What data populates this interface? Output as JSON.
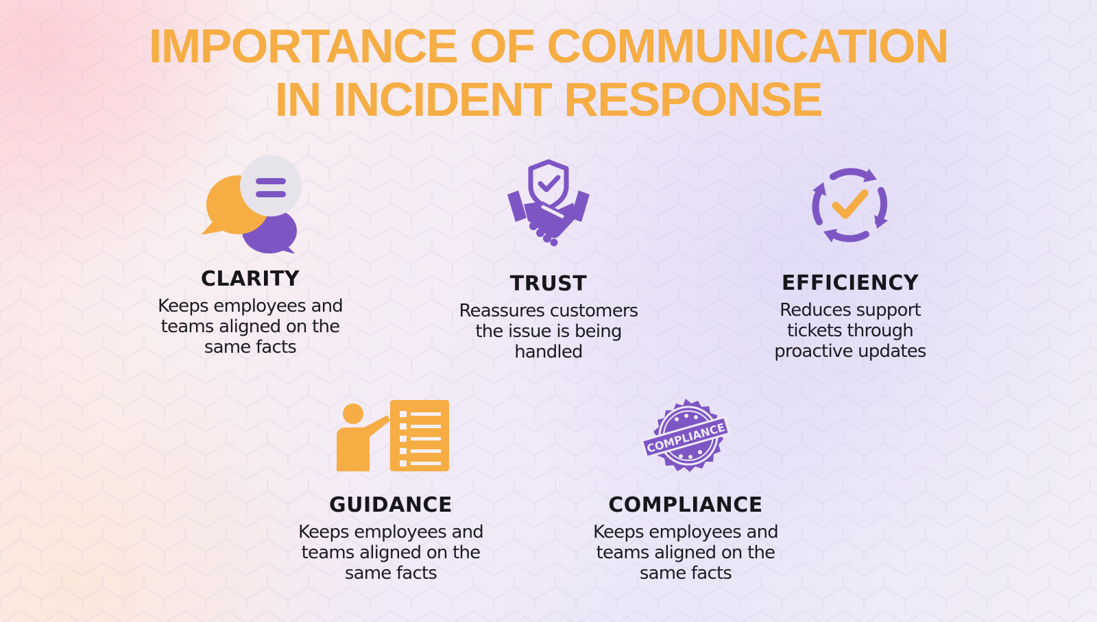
{
  "title": {
    "line1": "IMPORTANCE OF COMMUNICATION",
    "line2": "IN INCIDENT RESPONSE"
  },
  "colors": {
    "accent_orange": "#f5ad44",
    "accent_purple": "#7d56c4",
    "text_dark": "#16161b"
  },
  "items": [
    {
      "icon": "chat-bubbles-icon",
      "heading": "CLARITY",
      "desc_lines": [
        "Keeps employees and",
        "teams aligned on the",
        "same facts"
      ]
    },
    {
      "icon": "handshake-shield-icon",
      "heading": "TRUST",
      "desc_lines": [
        "Reassures customers",
        "the issue is being",
        "handled"
      ]
    },
    {
      "icon": "cycle-check-icon",
      "heading": "EFFICIENCY",
      "desc_lines": [
        "Reduces support",
        "tickets through",
        "proactive updates"
      ]
    },
    {
      "icon": "presentation-board-icon",
      "heading": "GUIDANCE",
      "desc_lines": [
        "Keeps employees and",
        "teams aligned on the",
        "same facts"
      ]
    },
    {
      "icon": "compliance-stamp-icon",
      "heading": "COMPLIANCE",
      "stamp_text": "COMPLIANCE",
      "desc_lines": [
        "Keeps employees and",
        "teams aligned on the",
        "same facts"
      ]
    }
  ]
}
